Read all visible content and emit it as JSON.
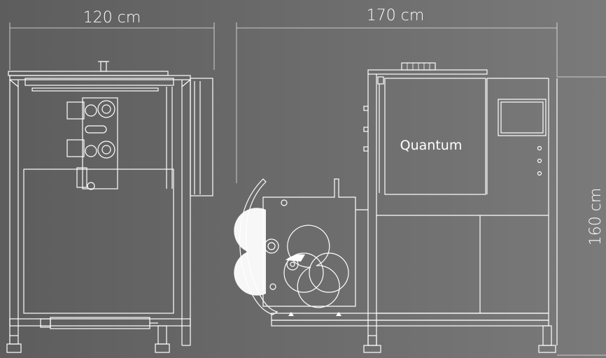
{
  "dimensions": {
    "width_front": "120 cm",
    "length_side": "170 cm",
    "height": "160 cm"
  },
  "machine": {
    "name": "Quantum"
  },
  "colors": {
    "background_left": "#5d5d5d",
    "background_right": "#7a7a7a",
    "line": "#ffffff"
  }
}
